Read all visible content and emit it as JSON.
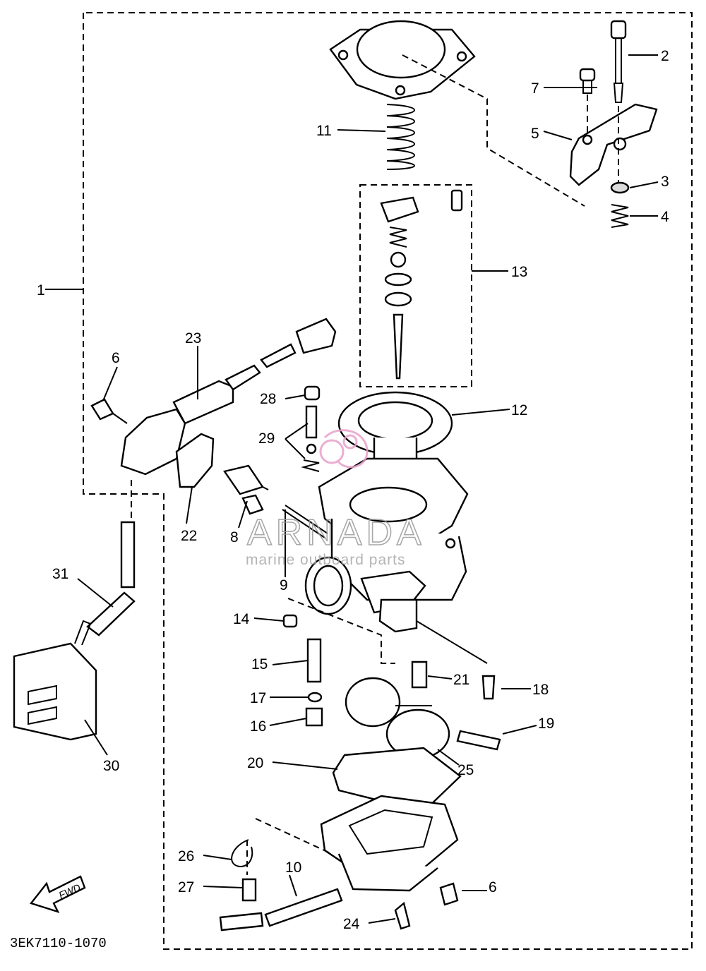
{
  "diagram": {
    "labels": {
      "l1": "1",
      "l2": "2",
      "l3": "3",
      "l4": "4",
      "l5": "5",
      "l6a": "6",
      "l6b": "6",
      "l7": "7",
      "l8": "8",
      "l9": "9",
      "l10": "10",
      "l11": "11",
      "l12": "12",
      "l13": "13",
      "l14": "14",
      "l15": "15",
      "l16": "16",
      "l17": "17",
      "l18": "18",
      "l19": "19",
      "l20": "20",
      "l21": "21",
      "l22": "22",
      "l23": "23",
      "l24": "24",
      "l25": "25",
      "l26": "26",
      "l27": "27",
      "l28": "28",
      "l29": "29",
      "l30": "30",
      "l31": "31"
    },
    "fwd_label": "FWD",
    "drawing_code": "3EK7110-1070"
  },
  "watermark": {
    "brand": "ARNADA",
    "tagline": "marine outboard parts",
    "accent_color": "#e8a0c8"
  }
}
